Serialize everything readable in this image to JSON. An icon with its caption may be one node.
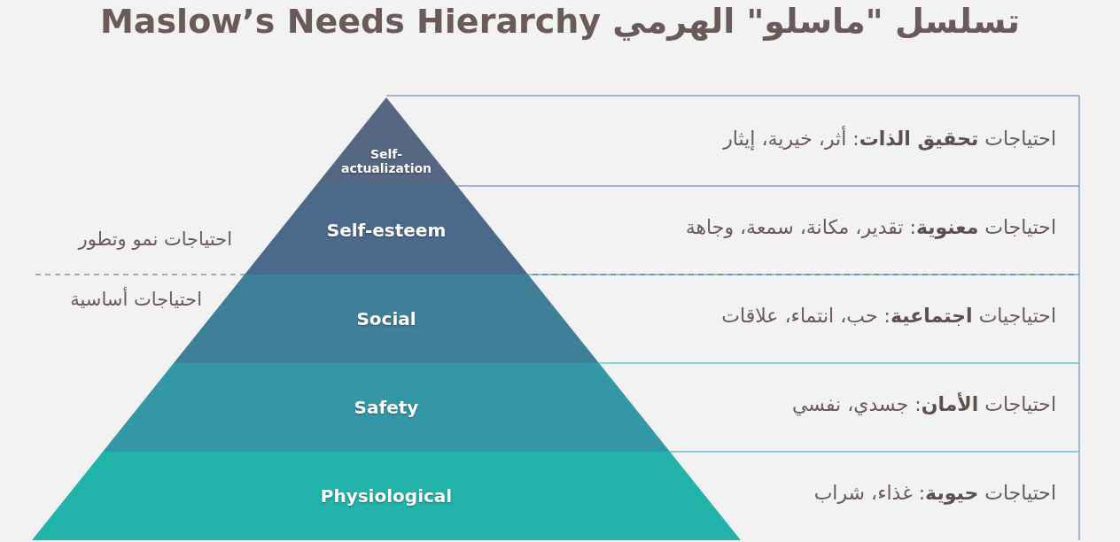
{
  "diagram": {
    "title": "تسلسل \"ماسلو\" الهرمي Maslow’s Needs Hierarchy",
    "nodes": [
      {
        "text": [
          "Self-actualization"
        ]
      },
      {
        "text": [
          "Self-esteem"
        ]
      },
      {
        "text": [
          "Social"
        ]
      },
      {
        "text": [
          "Safety"
        ]
      },
      {
        "text": [
          "Physiological"
        ]
      }
    ],
    "labels": [
      "احتياجات **تحقيق الذات**: أثر، خيرية، إيثار",
      "احتياجات **معنوية**: تقدير، مكانة، سمعة، وجاهة",
      "احتياجات نمو وتطور",
      "احتياجات أساسية",
      "احتياجيات **اجتماعية**: حب، انتماء، علاقات",
      "احتياجات **الأمان**: جسدي، نفسي",
      "احتياجات **حيوية**: غذاء، شراب"
    ]
  }
}
